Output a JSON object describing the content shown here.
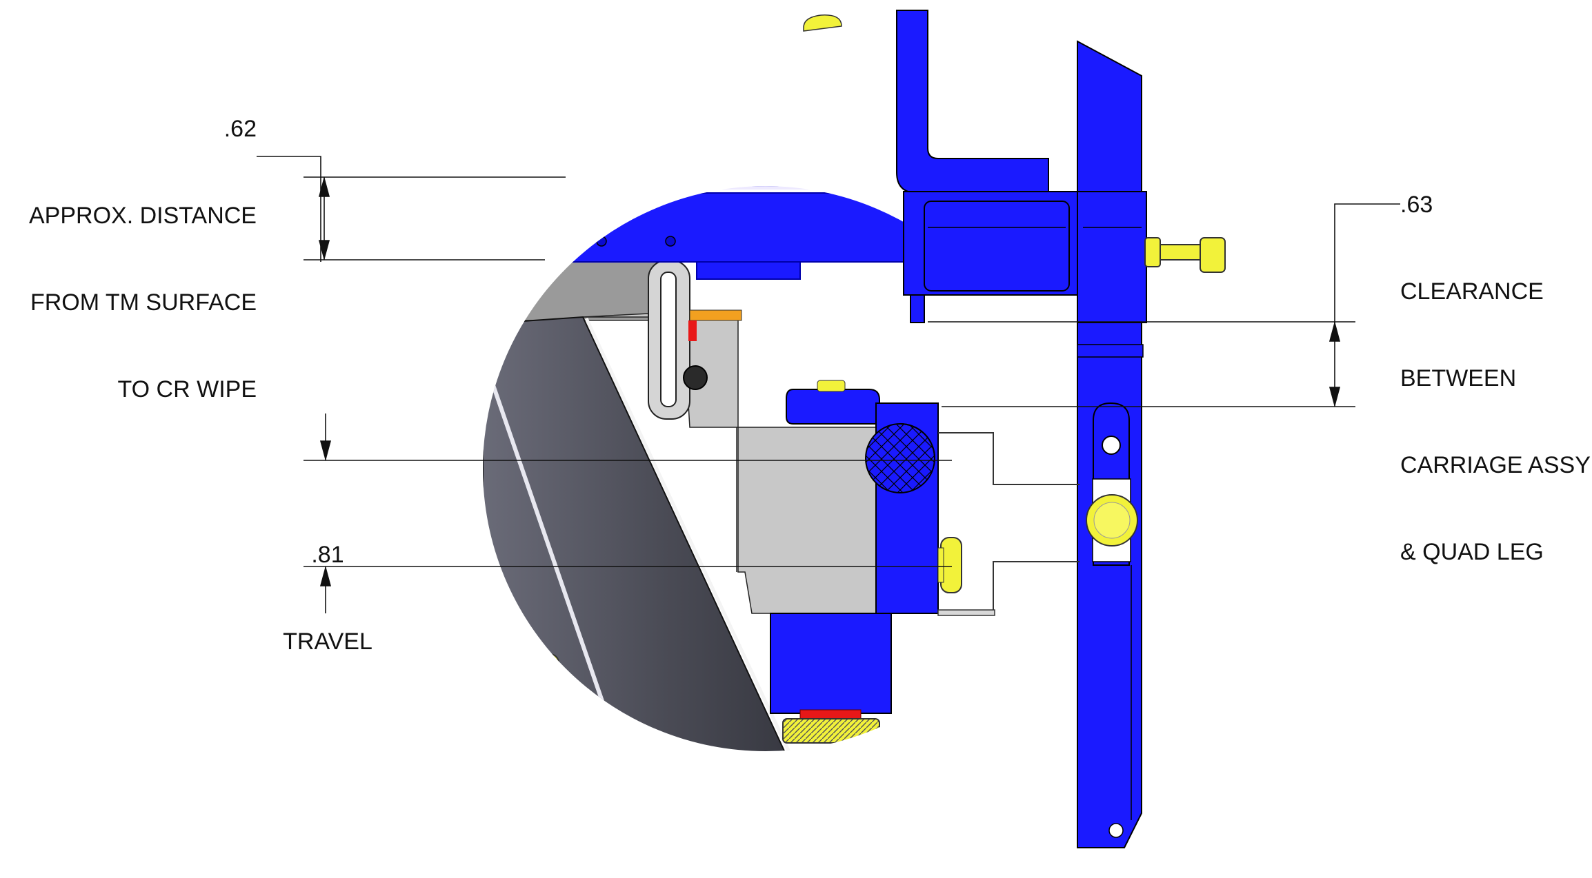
{
  "colors": {
    "carriage_blue": "#1a1aff",
    "blue_dark": "#0a0ad0",
    "fastener_yellow": "#f2f23a",
    "plate_gray": "#c8c8c8",
    "panel_dark": "#3d3e46",
    "tan_block": "#f2b258",
    "accent_red": "#e81818"
  },
  "annotations": {
    "wipe_distance": {
      "value": ".62",
      "lines": [
        "APPROX. DISTANCE",
        "FROM TM SURFACE",
        "TO CR WIPE"
      ]
    },
    "clearance": {
      "value": ".63",
      "lines": [
        "CLEARANCE",
        "BETWEEN",
        "CARRIAGE ASSY",
        "& QUAD LEG"
      ]
    },
    "travel": {
      "value": ".81",
      "lines": [
        "TRAVEL"
      ]
    }
  }
}
